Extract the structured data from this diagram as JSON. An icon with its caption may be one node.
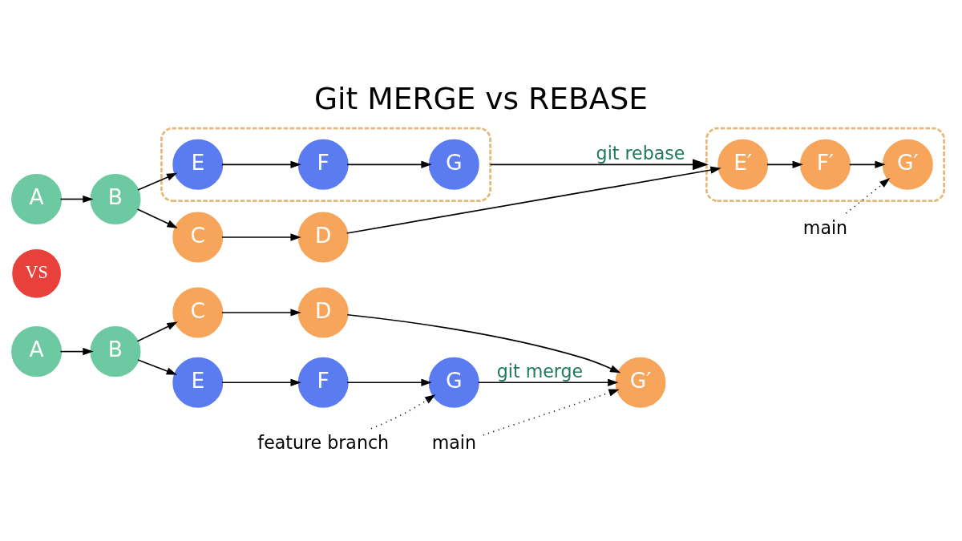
{
  "diagram": {
    "title": "Git MERGE vs REBASE",
    "nodes": [
      {
        "text": [
          "A"
        ]
      },
      {
        "text": [
          "B"
        ]
      },
      {
        "text": [
          "C"
        ]
      },
      {
        "text": [
          "D"
        ]
      },
      {
        "text": [
          "G′"
        ]
      },
      {
        "text": [
          "E"
        ]
      },
      {
        "text": [
          "F"
        ]
      },
      {
        "text": [
          "G"
        ]
      },
      {
        "text": [
          "main"
        ]
      },
      {
        "text": [
          "feature branch"
        ]
      },
      {
        "text": [
          "VS"
        ]
      },
      {
        "text": [
          "A"
        ]
      },
      {
        "text": [
          "B"
        ]
      },
      {
        "text": [
          "C"
        ]
      },
      {
        "text": [
          "D"
        ]
      },
      {
        "text": [],
        "shape": "box"
      },
      {
        "text": [
          "E′"
        ],
        "in": 15
      },
      {
        "text": [
          "F′"
        ],
        "in": 15
      },
      {
        "text": [
          "G′"
        ],
        "in": 15
      },
      {
        "text": [],
        "shape": "box"
      },
      {
        "text": [
          "E"
        ],
        "in": 19
      },
      {
        "text": [
          "F"
        ],
        "in": 19
      },
      {
        "text": [
          "G"
        ],
        "in": 19
      },
      {
        "text": [
          "main"
        ]
      }
    ],
    "edges": [
      {
        "from": 0,
        "to": 1,
        "arrow": "to"
      },
      {
        "from": 1,
        "to": 2,
        "arrow": "to"
      },
      {
        "from": 2,
        "to": 3,
        "arrow": "to"
      },
      {
        "from": 3,
        "to": 4,
        "arrow": "to"
      },
      {
        "from": 1,
        "to": 5,
        "arrow": "to"
      },
      {
        "from": 5,
        "to": 6,
        "arrow": "to"
      },
      {
        "from": 6,
        "to": 7,
        "arrow": "to"
      },
      {
        "from": 7,
        "to": 4,
        "arrow": "to",
        "label": "git merge"
      },
      {
        "from": 8,
        "to": 4,
        "arrow": "to",
        "style": "dashed"
      },
      {
        "from": 9,
        "to": 7,
        "arrow": "to",
        "style": "dashed"
      },
      {
        "from": 11,
        "to": 12,
        "arrow": "to"
      },
      {
        "from": 12,
        "to": 13,
        "arrow": "to"
      },
      {
        "from": 13,
        "to": 14,
        "arrow": "to"
      },
      {
        "from": 14,
        "to": 16,
        "arrow": "to"
      },
      {
        "from": 16,
        "to": 17,
        "arrow": "to"
      },
      {
        "from": 17,
        "to": 18,
        "arrow": "to"
      },
      {
        "from": 12,
        "to": 20,
        "arrow": "to"
      },
      {
        "from": 20,
        "to": 21,
        "arrow": "to"
      },
      {
        "from": 21,
        "to": 22,
        "arrow": "to"
      },
      {
        "from": 19,
        "to": 15,
        "arrow": "to",
        "label": "git rebase"
      },
      {
        "from": 23,
        "to": 18,
        "arrow": "to",
        "style": "dashed"
      }
    ]
  }
}
